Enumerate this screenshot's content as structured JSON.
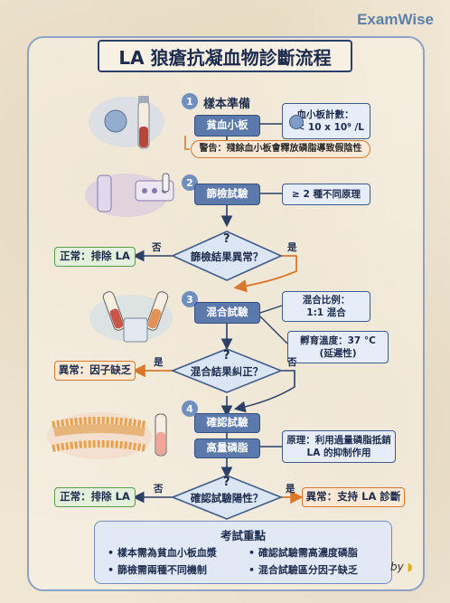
{
  "brand": "ExamWise",
  "title": "LA 狼瘡抗凝血物診斷流程",
  "steps": [
    {
      "num": "1",
      "title": "樣本準備"
    },
    {
      "num": "2"
    },
    {
      "num": "3"
    },
    {
      "num": "4"
    }
  ],
  "nodes": {
    "platelet_poor": "貧血小板",
    "platelet_count_line1": "血小板計數：",
    "platelet_count_line2": "< 10 x 10⁹ /L",
    "warning": "警告：殘餘血小板會釋放磷脂導致假陰性",
    "screening": "篩檢試驗",
    "screening_principles": "≥ 2 種不同原理",
    "screening_question": "篩檢結果異常？",
    "normal_exclude_1": "正常：排除 LA",
    "mixing": "混合試驗",
    "mixing_ratio_line1": "混合比例：",
    "mixing_ratio_line2": "1:1 混合",
    "incubation_line1": "孵育溫度：37 °C",
    "incubation_line2": "(延遲性)",
    "mixing_question": "混合結果糾正？",
    "abnormal_factor": "異常：因子缺乏",
    "confirm": "確認試驗",
    "high_phospholipid": "高量磷脂",
    "principle_line1": "原理：利用過量磷脂抵銷",
    "principle_line2": "LA 的抑制作用",
    "confirm_question": "確認試驗陽性？",
    "normal_exclude_2": "正常：排除 LA",
    "abnormal_support": "異常：支持 LA 診斷"
  },
  "edge_labels": {
    "no": "否",
    "yes": "是",
    "question": "?"
  },
  "summary": {
    "title": "考試重點",
    "items": [
      "樣本需為貧血小板血漿",
      "確認試驗需高濃度磷脂",
      "篩檢需兩種不同機制",
      "混合試驗區分因子缺乏"
    ]
  },
  "signature": "by",
  "colors": {
    "accent": "#6f8fbf",
    "box_dark": "#5b79ab",
    "orange": "#d9782d",
    "green": "#5d9a4c",
    "navy": "#1d2b4d"
  }
}
